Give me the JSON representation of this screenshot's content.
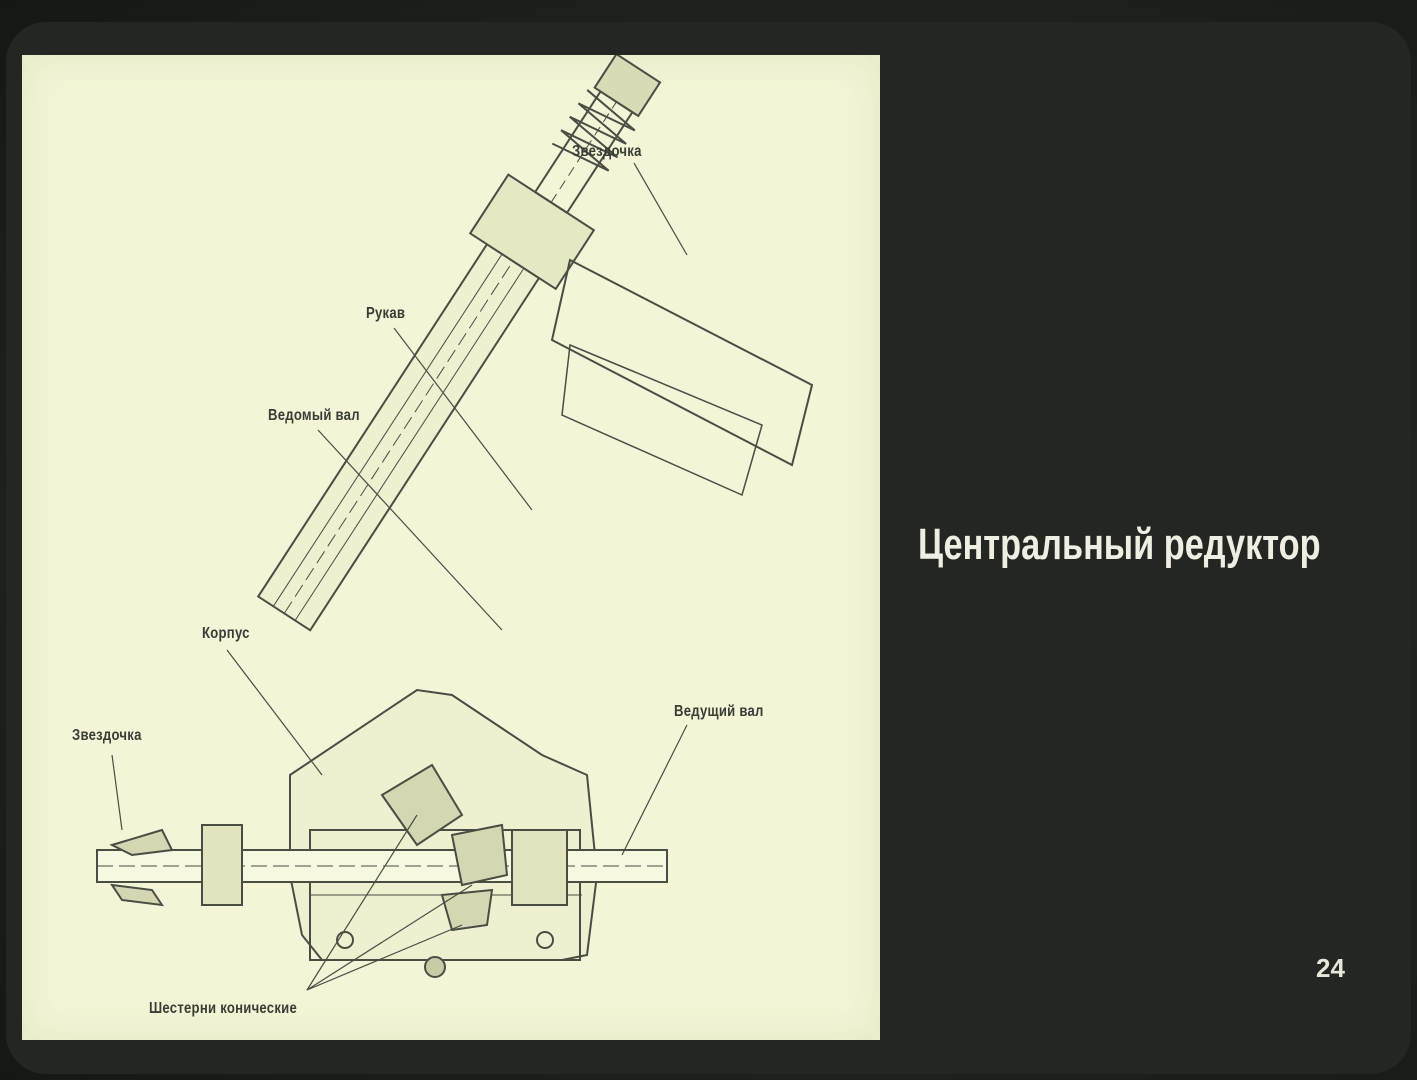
{
  "slide": {
    "title": "Центральный редуктор",
    "page_number": "24"
  },
  "diagram": {
    "labels": {
      "sprocket_top": "Звездочка",
      "sleeve": "Рукав",
      "driven_shaft": "Ведомый вал",
      "housing": "Корпус",
      "sprocket_left": "Звездочка",
      "drive_shaft": "Ведущий вал",
      "bevel_gears": "Шестерни конические"
    }
  },
  "colors": {
    "background": "#1d201c",
    "panel": "#f3f5d6",
    "ink": "#3a3d35",
    "title_text": "#eeeee2"
  }
}
